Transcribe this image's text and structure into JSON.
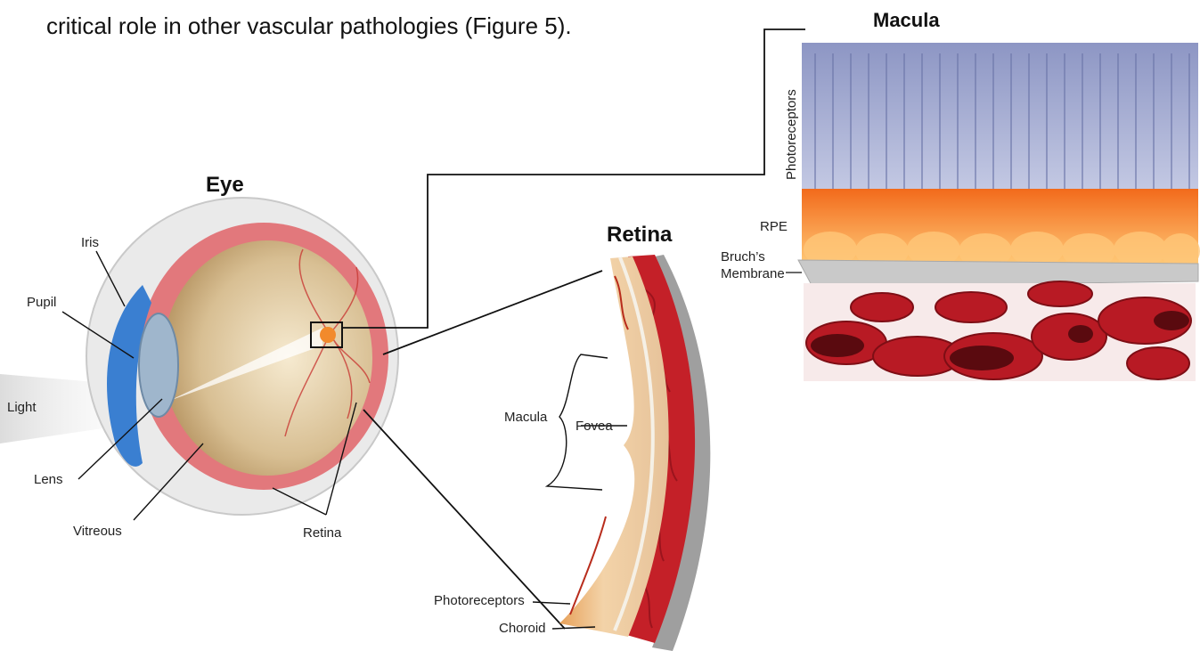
{
  "caption": "critical role in other vascular pathologies (Figure 5).",
  "titles": {
    "eye": "Eye",
    "retina": "Retina",
    "macula": "Macula"
  },
  "eye_labels": {
    "iris": "Iris",
    "pupil": "Pupil",
    "light": "Light",
    "lens": "Lens",
    "vitreous": "Vitreous",
    "retina": "Retina"
  },
  "retina_labels": {
    "macula": "Macula",
    "fovea": "Fovea",
    "photoreceptors": "Photoreceptors",
    "choroid": "Choroid"
  },
  "macula_labels": {
    "photoreceptors": "Photoreceptors",
    "rpe": "RPE",
    "bruchs_line1": "Bruch’s",
    "bruchs_line2": "Membrane"
  },
  "colors": {
    "iris_blue": "#3a7fd1",
    "retina_red": "#d9323b",
    "rpe_orange": "#f08a2a",
    "photoreceptor_lavender": "#a9b2d6",
    "choroid_red": "#b81a24",
    "membrane_gray": "#c9c9c9"
  }
}
